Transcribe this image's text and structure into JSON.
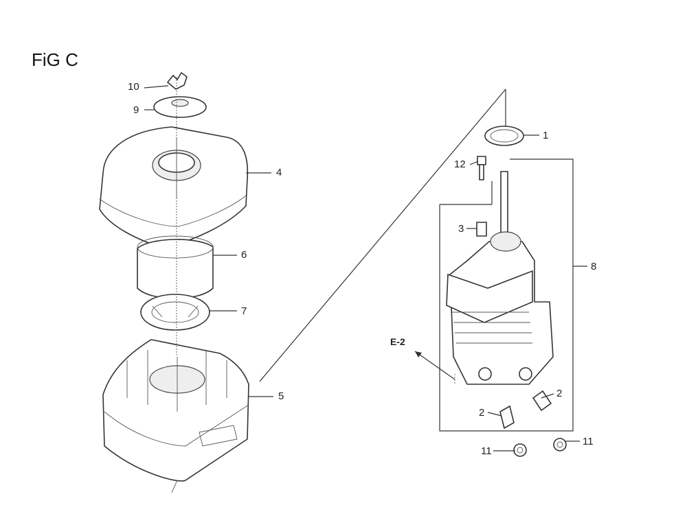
{
  "figure": {
    "title": "FiG C"
  },
  "callouts": {
    "c1": "1",
    "c2a": "2",
    "c2b": "2",
    "c3": "3",
    "c4": "4",
    "c5": "5",
    "c6": "6",
    "c7": "7",
    "c8": "8",
    "c9": "9",
    "c10": "10",
    "c11a": "11",
    "c11b": "11",
    "c12": "12"
  },
  "reference": {
    "label": "E-2"
  }
}
